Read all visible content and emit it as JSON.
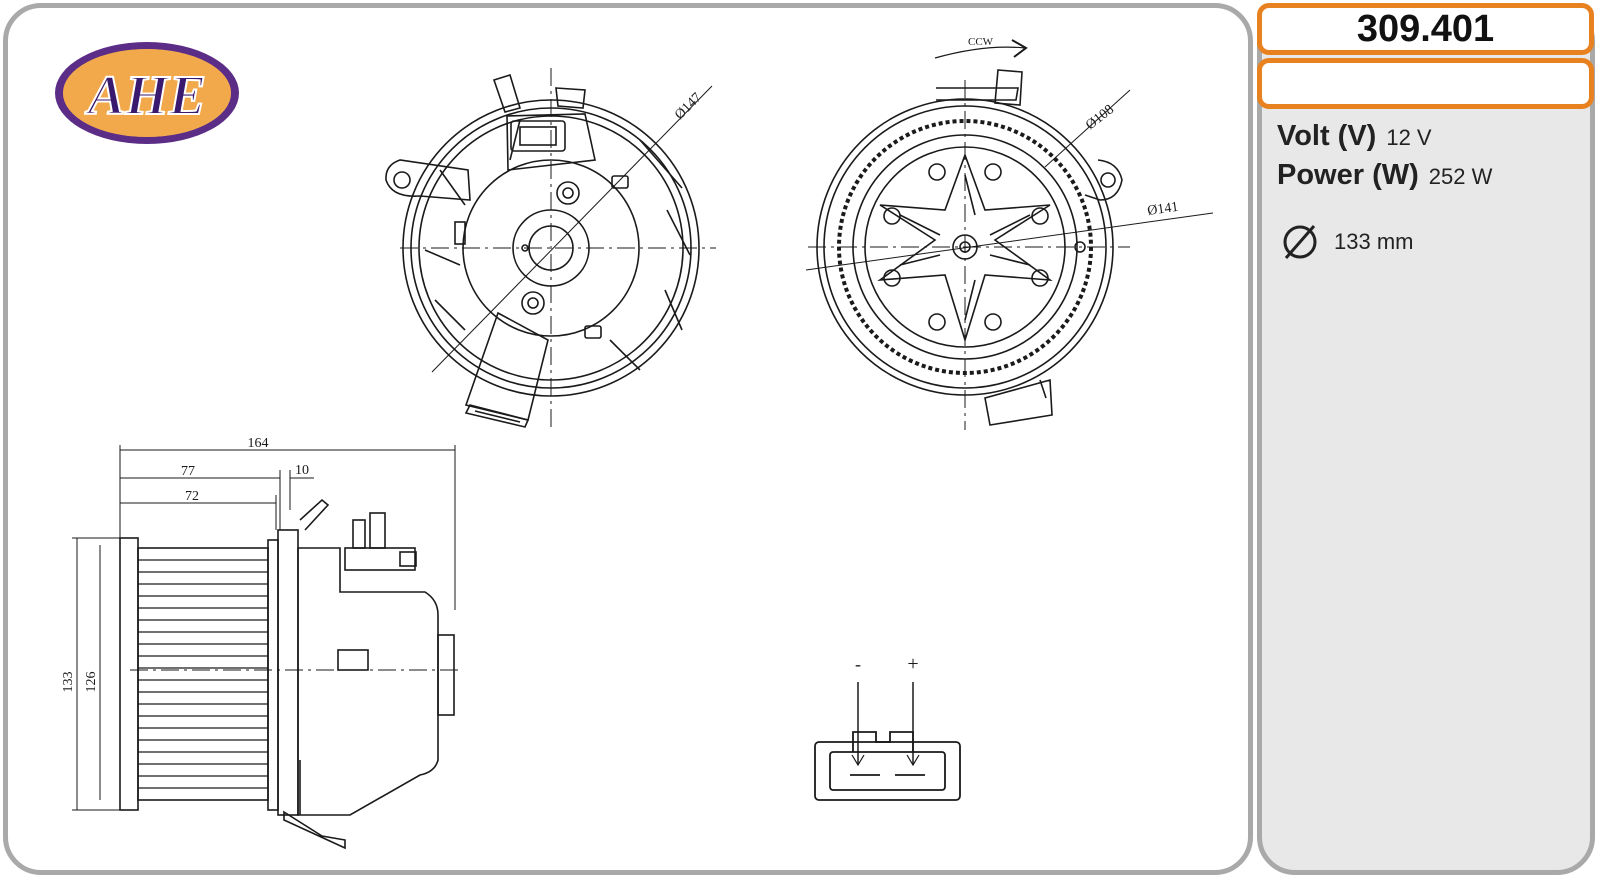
{
  "brand": {
    "logo_text": "AHE",
    "colors": {
      "oval": "#5b2d86",
      "fill": "#f2a13a"
    }
  },
  "part": {
    "number": "309.401"
  },
  "specs": [
    {
      "label": "Volt (V)",
      "value": "12 V"
    },
    {
      "label": "Power (W)",
      "value": "252 W"
    }
  ],
  "diameter": {
    "value": "133 mm"
  },
  "drawing": {
    "front_view": {
      "dia_label": "Ø147"
    },
    "rear_view": {
      "rotation_label": "CCW",
      "dia_inner": "Ø108",
      "dia_outer": "Ø141"
    },
    "side_view": {
      "dim_total": "164",
      "dim_77": "77",
      "dim_72": "72",
      "dim_10": "10",
      "dim_133": "133",
      "dim_126": "126"
    },
    "connector": {
      "minus": "-",
      "plus": "+"
    }
  },
  "colors": {
    "frame": "#a9a9a9",
    "accent": "#e8811f",
    "side_bg": "#e8e8e8",
    "line": "#1a1a1a"
  }
}
